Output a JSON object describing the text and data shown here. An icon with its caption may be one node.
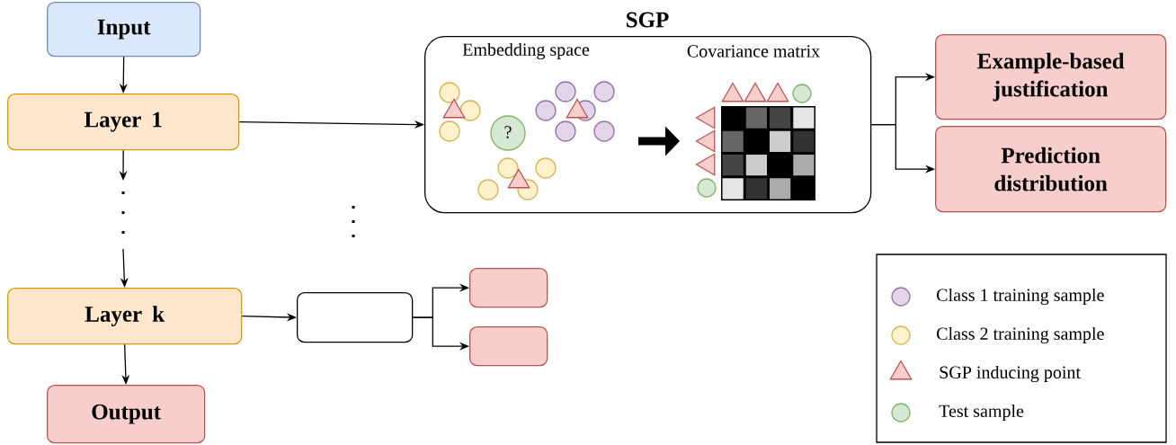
{
  "diagram": {
    "nodes": [
      {
        "text": [
          "Input"
        ]
      },
      {
        "text": [
          "Layer 1"
        ]
      },
      {
        "text": [
          "Layer k"
        ]
      },
      {
        "text": [
          "Output"
        ]
      },
      {
        "text": [
          "SGP",
          "Embedding space",
          "Covariance matrix"
        ]
      },
      {
        "text": [
          "Example-based justification"
        ]
      },
      {
        "text": [
          "Prediction distribution"
        ]
      },
      {
        "text": [],
        "shape": "box"
      },
      {
        "text": [],
        "shape": "box"
      },
      {
        "text": [],
        "shape": "box"
      }
    ],
    "edges": [
      {
        "from": 0,
        "to": 1,
        "arrow": "to"
      },
      {
        "from": 1,
        "to": null,
        "arrow": "to"
      },
      {
        "from": null,
        "to": 2,
        "arrow": "to"
      },
      {
        "from": 2,
        "to": 3,
        "arrow": "to"
      },
      {
        "from": 1,
        "to": 4,
        "arrow": "to"
      },
      {
        "from": 4,
        "to": 5,
        "arrow": "to"
      },
      {
        "from": 4,
        "to": 6,
        "arrow": "to"
      },
      {
        "from": 2,
        "to": 7,
        "arrow": "to"
      },
      {
        "from": 7,
        "to": 8,
        "arrow": "to"
      },
      {
        "from": 7,
        "to": 9,
        "arrow": "to"
      }
    ],
    "labels": [
      "?"
    ],
    "legend": [
      {
        "text": "Class 1 training sample"
      },
      {
        "text": "Class 2 training sample"
      },
      {
        "text": "SGP inducing point"
      },
      {
        "text": "Test sample"
      }
    ]
  }
}
